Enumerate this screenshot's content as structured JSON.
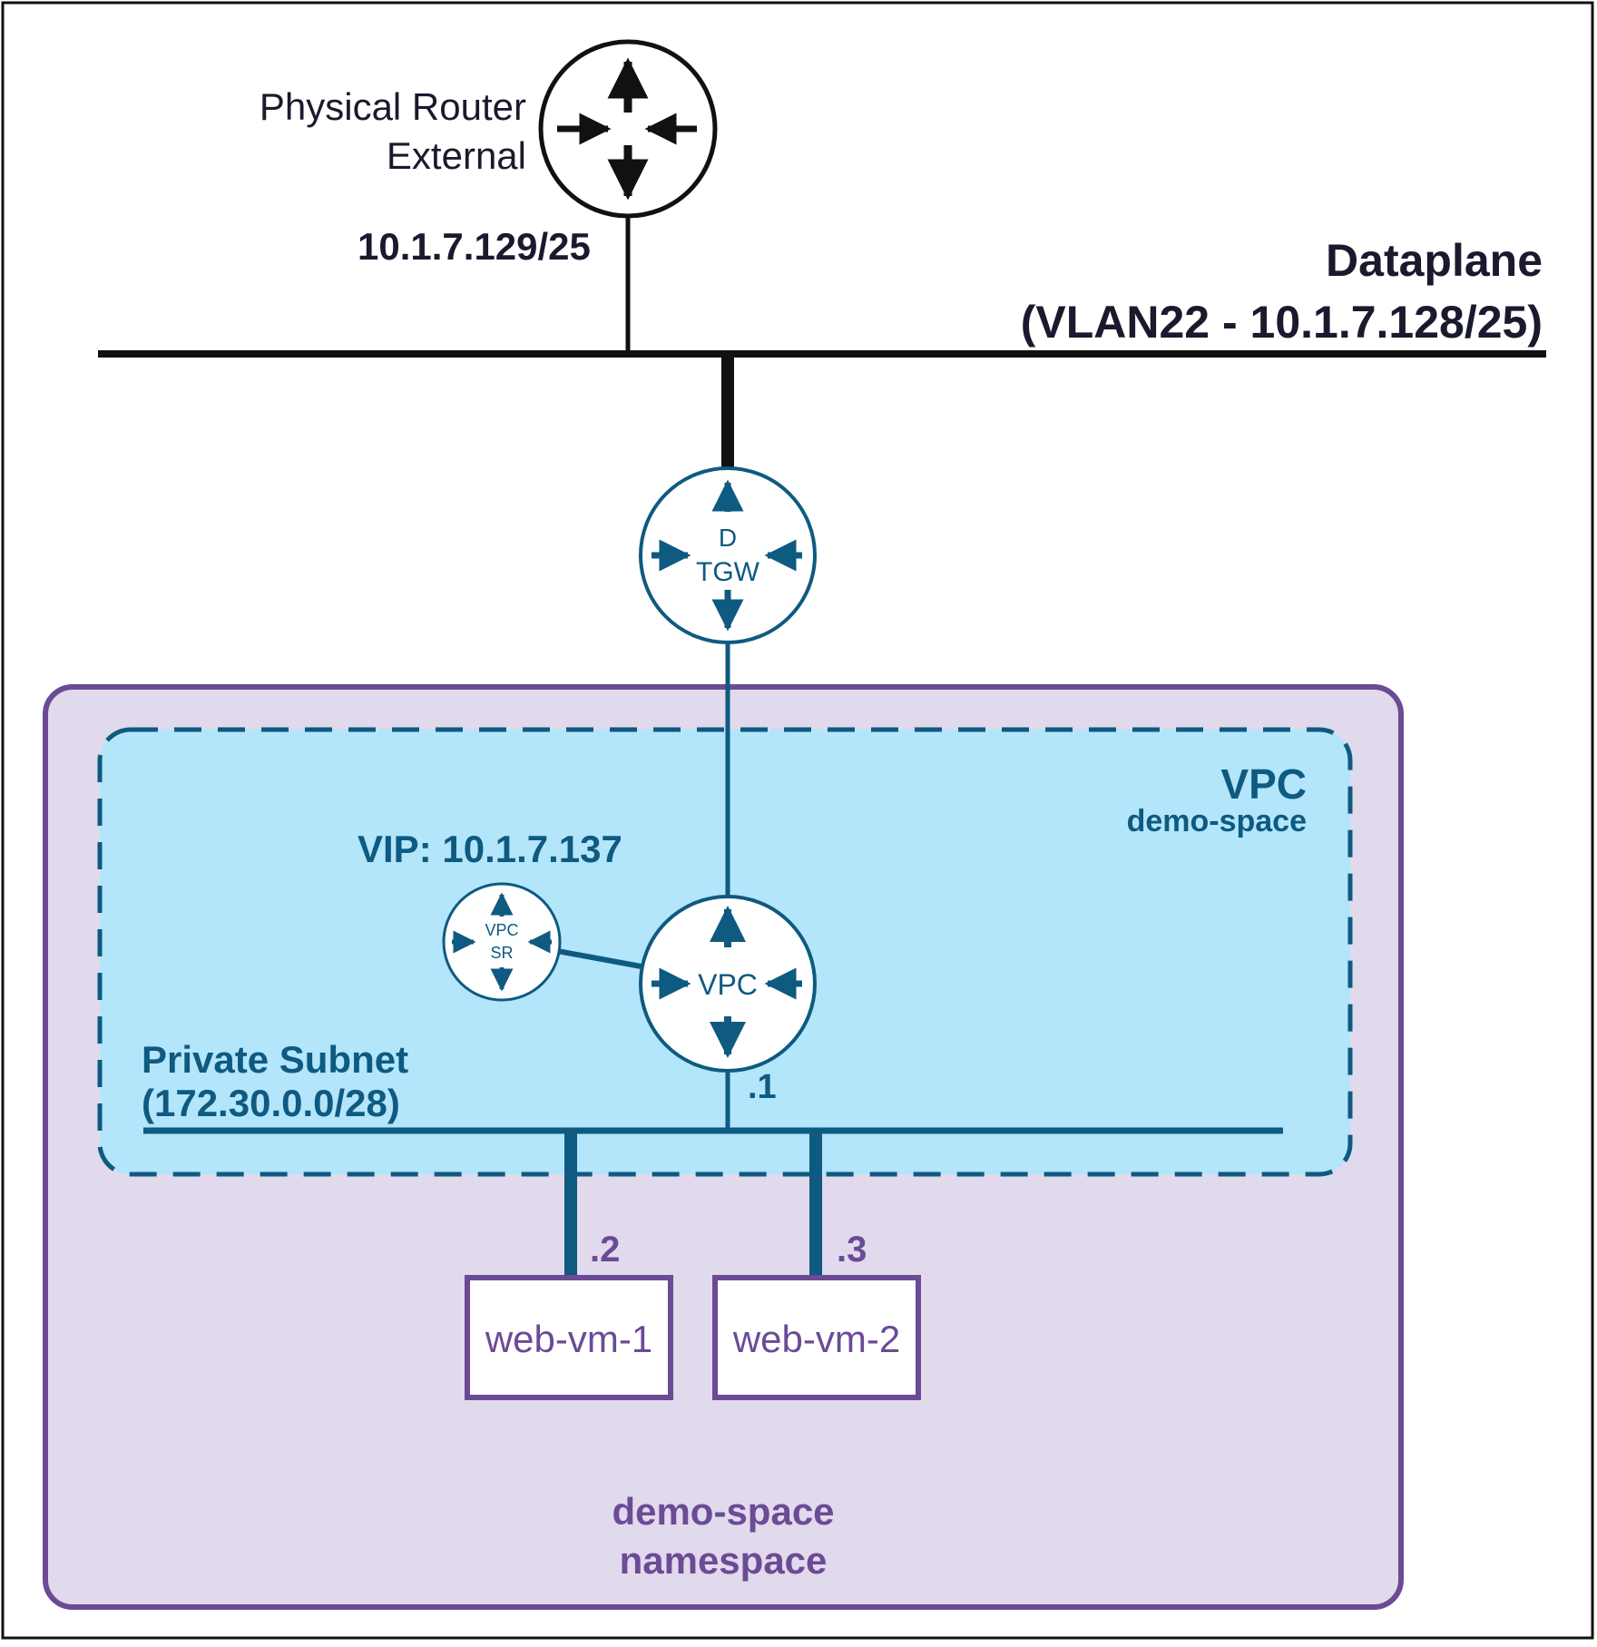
{
  "physical_router": {
    "label_line1": "Physical Router",
    "label_line2": "External",
    "ip": "10.1.7.129/25",
    "icon": "router-icon"
  },
  "dataplane": {
    "title": "Dataplane",
    "subtitle": "(VLAN22 - 10.1.7.128/25)"
  },
  "tgw": {
    "line1": "D",
    "line2": "TGW",
    "icon": "router-icon"
  },
  "namespace": {
    "line1": "demo-space",
    "line2": "namespace"
  },
  "vpc": {
    "title": "VPC",
    "subtitle": "demo-space",
    "router_label": "VPC",
    "vip": "VIP: 10.1.7.137"
  },
  "vpc_sr": {
    "line1": "VPC",
    "line2": "SR"
  },
  "subnet": {
    "line1": "Private Subnet",
    "line2": "(172.30.0.0/28)",
    "gateway_suffix": ".1"
  },
  "vms": [
    {
      "name": "web-vm-1",
      "ip_suffix": ".2"
    },
    {
      "name": "web-vm-2",
      "ip_suffix": ".3"
    }
  ],
  "colors": {
    "black": "#111111",
    "blue": "#0e5a80",
    "vpc_fill": "#b3e5fb",
    "purple": "#6b4a96",
    "namespace_fill": "#e1d9ec"
  }
}
